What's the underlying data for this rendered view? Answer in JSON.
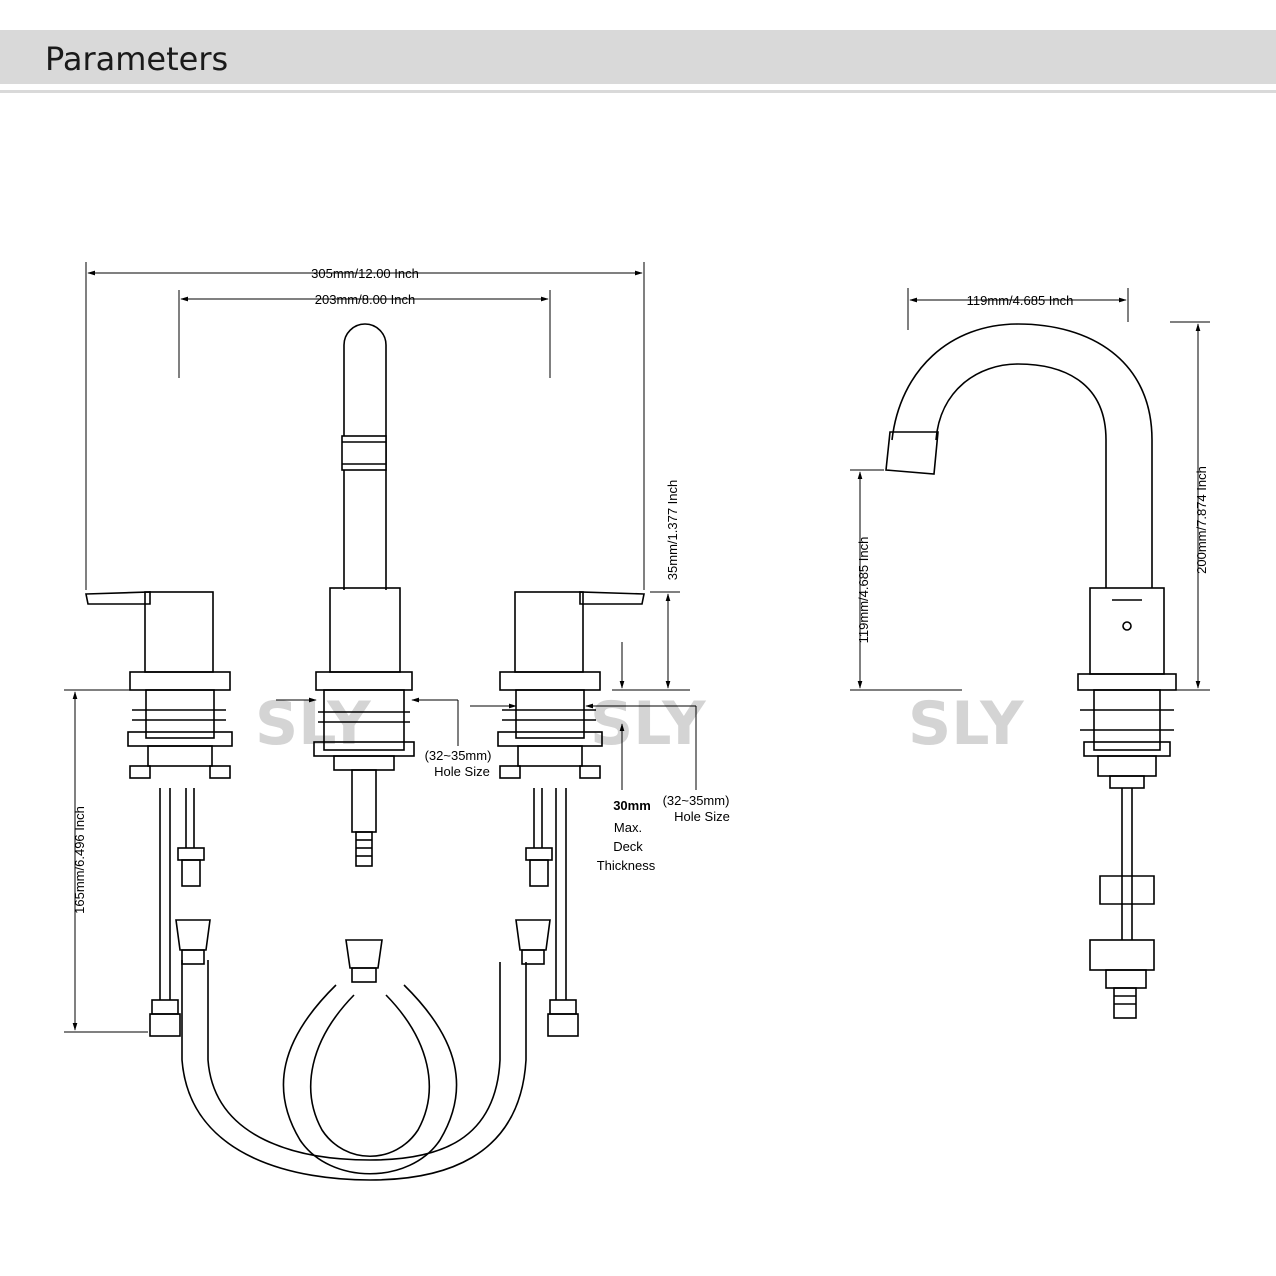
{
  "header": {
    "title": "Parameters"
  },
  "front_view": {
    "dims": {
      "overall_width": "305mm/12.00 Inch",
      "center_spread": "203mm/8.00 Inch",
      "handle_height": "35mm/1.377 Inch",
      "below_deck_length": "165mm/6.496 Inch"
    },
    "hole_size_center": {
      "range": "(32~35mm)",
      "label": "Hole Size"
    },
    "hole_size_right": {
      "range": "(32~35mm)",
      "label": "Hole Size"
    },
    "deck": {
      "value": "30mm",
      "line1": "Max.",
      "line2": "Deck",
      "line3": "Thickness"
    }
  },
  "side_view": {
    "dims": {
      "spout_reach": "119mm/4.685 Inch",
      "spout_height": "200mm/7.874 Inch",
      "outlet_height": "119mm/4.685 Inch"
    }
  },
  "watermark": {
    "text": "SLY"
  }
}
